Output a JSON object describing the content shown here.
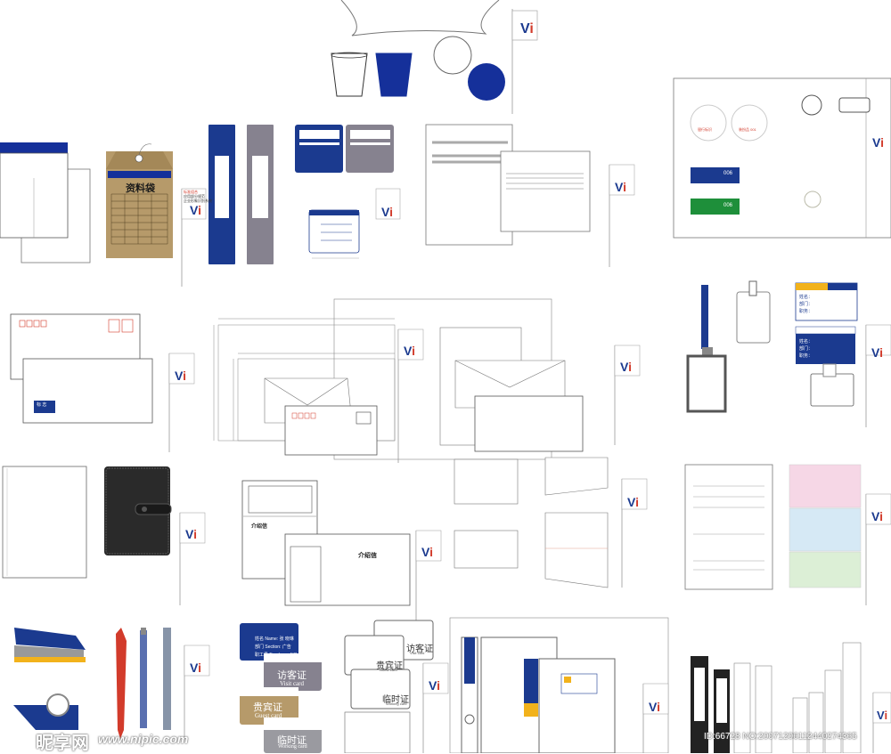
{
  "colors": {
    "brand_blue": "#1b3a8f",
    "deep_blue": "#15309a",
    "gray": "#86828f",
    "kraft": "#b69a6a",
    "red": "#d23b2b",
    "green": "#1e8f3a",
    "black": "#222222",
    "yellow": "#f2b21b"
  },
  "archive_bag": {
    "title": "资料袋"
  },
  "intro_letter": {
    "title": "介绍信"
  },
  "cards": {
    "visitor_cn": "访客证",
    "visitor_en": "Visit card",
    "guest_cn": "贵宾证",
    "guest_en": "Guest card",
    "temp_cn": "临时证",
    "temp_en": "Working card"
  },
  "name_card": {
    "line1": "姓名 Name:  张 晓琳",
    "line2": "部门 Section: 广告",
    "line3": "职工号 Employee NO: 1000"
  },
  "envelope": {
    "badge": "标 志"
  },
  "note_block": {
    "line1": "标准组合",
    "line2": "应用部分规范",
    "line3": "企业形象识别系统"
  },
  "vi_mark": {
    "v": "V",
    "i": "i"
  },
  "nameplate": {
    "dept": "部门：",
    "name": "姓名：",
    "job": "职务："
  },
  "dim": {
    "num1": "006",
    "num2": "006",
    "badge_text1": "银行标识",
    "badge_text2": "装扮品 001"
  },
  "watermark": {
    "logo": "昵享网",
    "url": "www.nipic.com",
    "id": "ID:66728 NO:20071206112440274365"
  }
}
